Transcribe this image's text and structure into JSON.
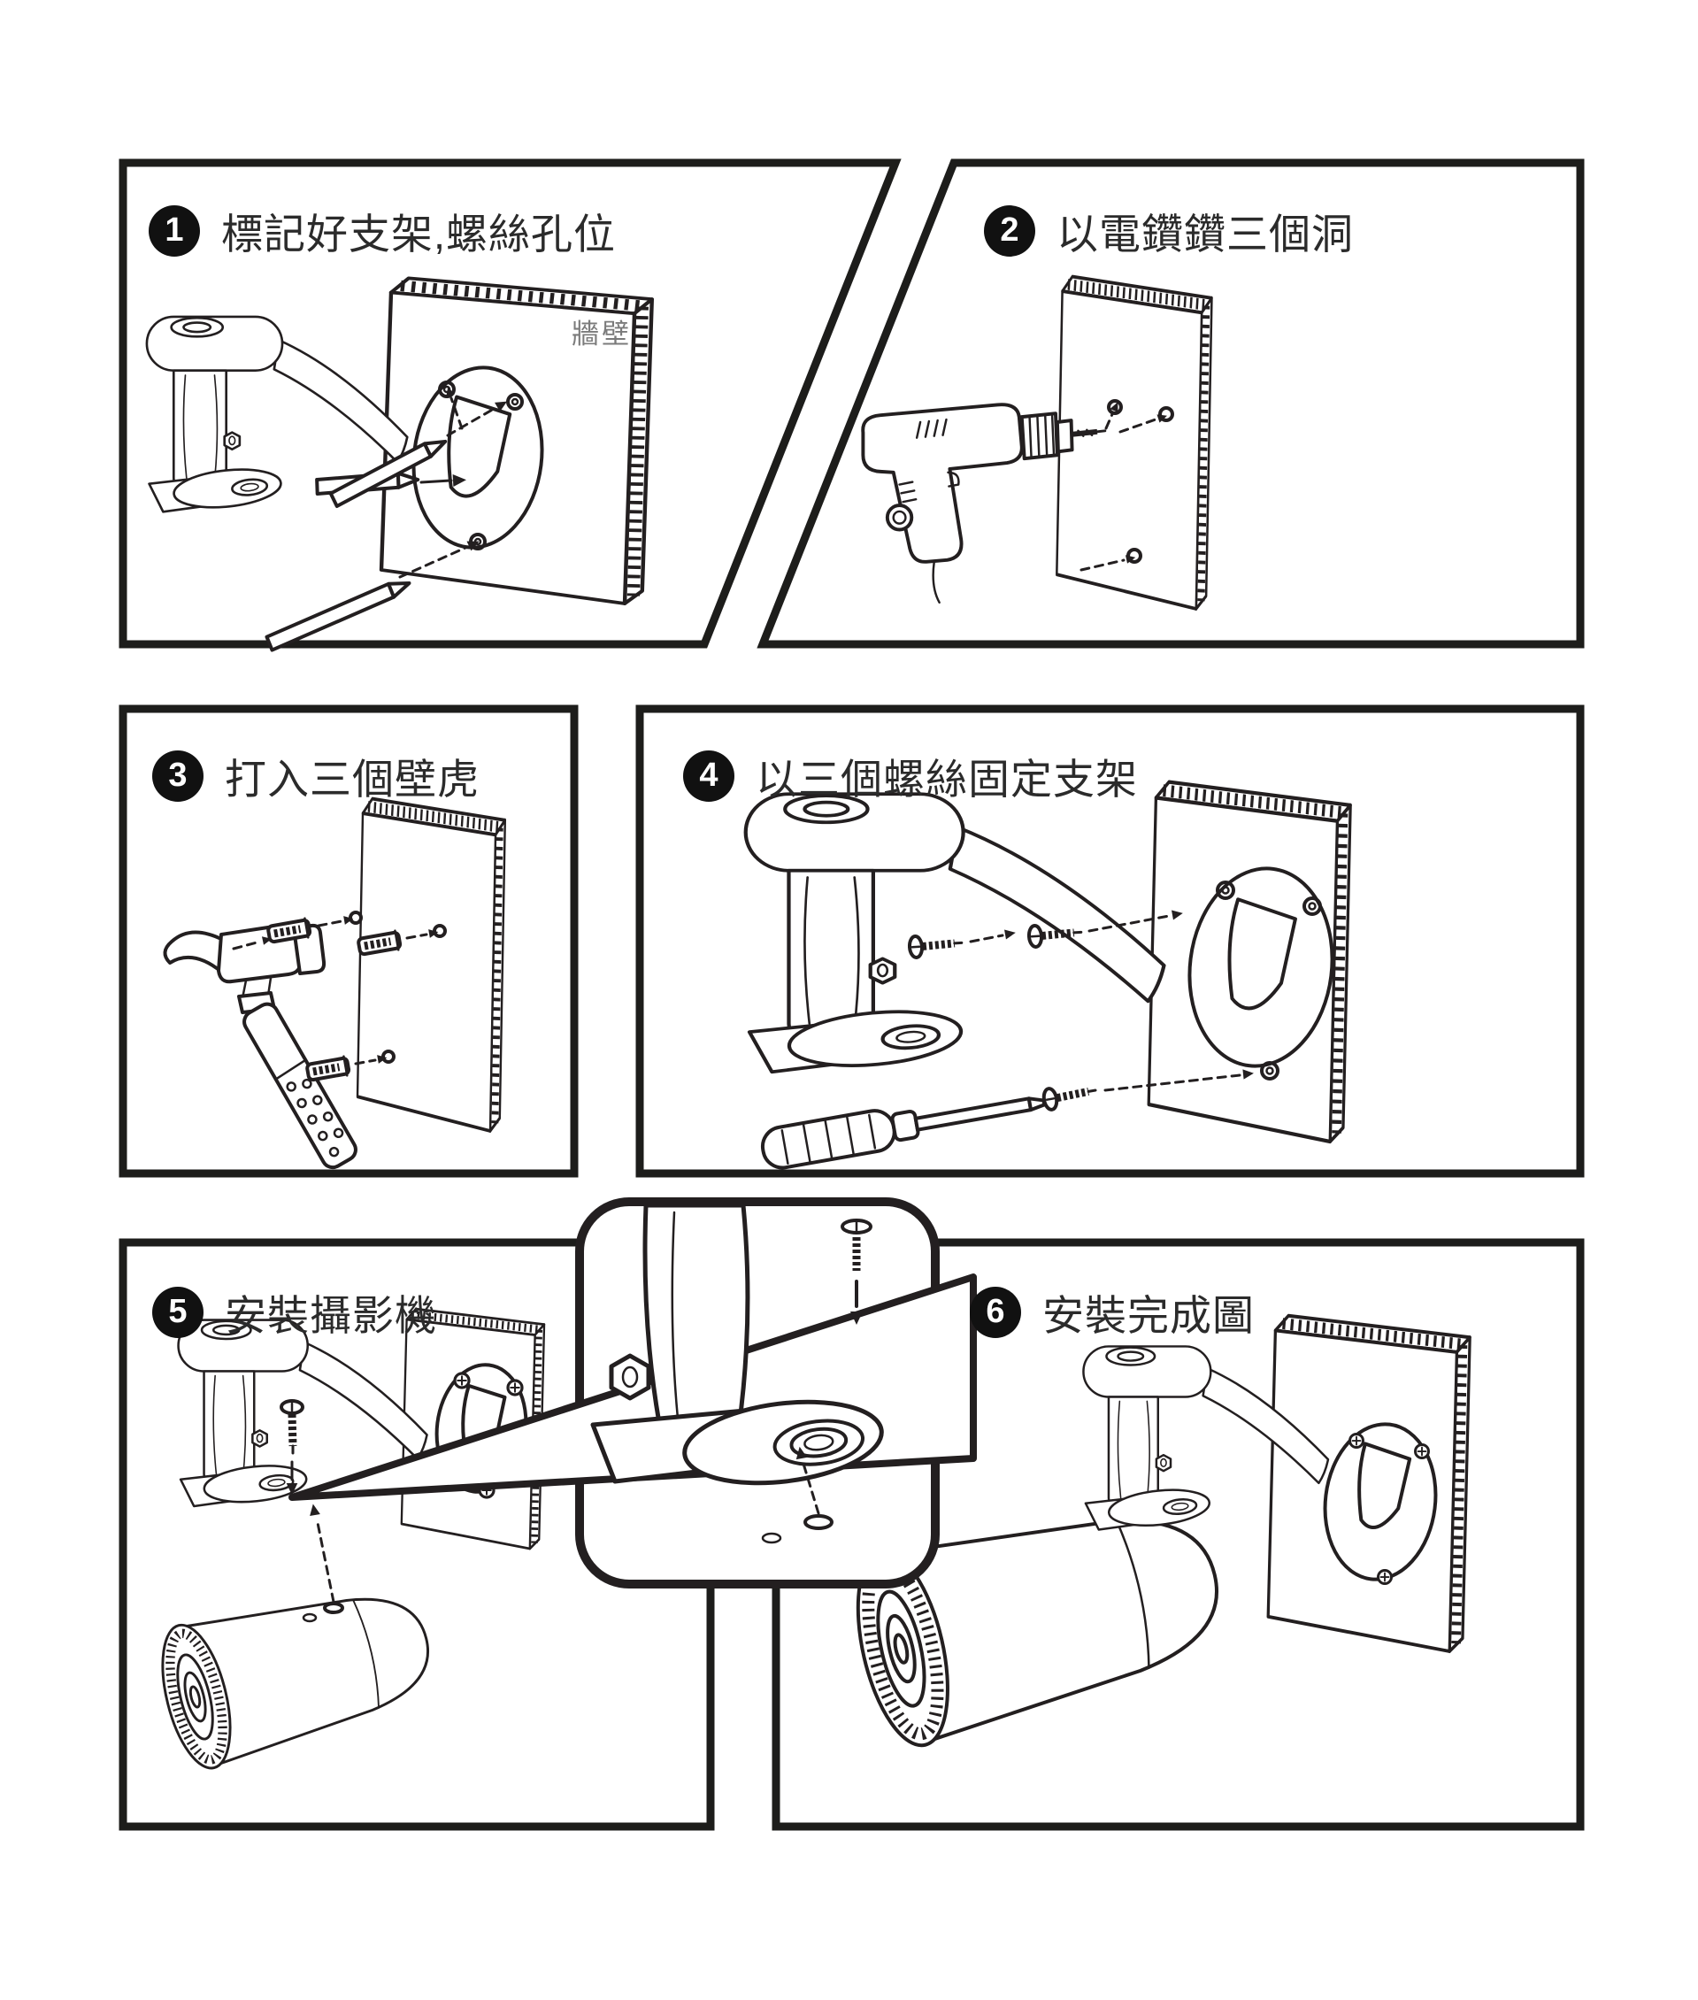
{
  "colors": {
    "ink": "#231f20",
    "frame": "#1d1d1b",
    "muted_label": "#7b7b7b",
    "background": "#ffffff",
    "badge_bg": "#111111",
    "badge_text": "#ffffff"
  },
  "panels": [
    {
      "number": "1",
      "title": "標記好支架,螺絲孔位",
      "wall_label": "牆壁"
    },
    {
      "number": "2",
      "title": "以電鑽鑽三個洞"
    },
    {
      "number": "3",
      "title": "打入三個壁虎"
    },
    {
      "number": "4",
      "title": "以三個螺絲固定支架"
    },
    {
      "number": "5",
      "title": "安裝攝影機"
    },
    {
      "number": "6",
      "title": "安裝完成圖"
    }
  ]
}
